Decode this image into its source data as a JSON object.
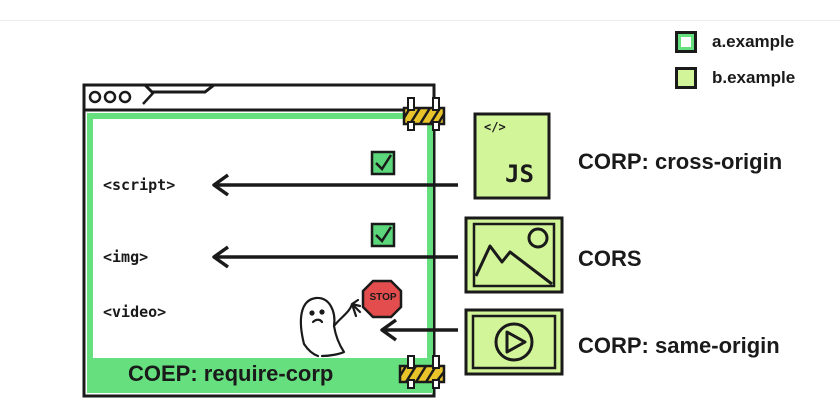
{
  "legend": [
    {
      "label": "a.example",
      "fill": "#ffffff",
      "border": "#4ade80"
    },
    {
      "label": "b.example",
      "fill": "#d3f59a"
    }
  ],
  "browser": {
    "controls_glyph": "ooo",
    "frame_color": "#66e07f",
    "coep_label": "COEP: require-corp",
    "stop_sign": "STOP"
  },
  "rows": [
    {
      "element": "<script>",
      "status": "allowed",
      "resource": "js-file",
      "resource_glyph": "</>",
      "resource_text": "JS",
      "policy": "CORP: cross-origin"
    },
    {
      "element": "<img>",
      "status": "allowed",
      "resource": "image",
      "policy": "CORS"
    },
    {
      "element": "<video>",
      "status": "blocked",
      "resource": "video",
      "policy": "CORP: same-origin"
    }
  ],
  "colors": {
    "a_origin_green": "#66e07f",
    "b_origin_green": "#d3f59a",
    "checkmark": "#5bd67a",
    "stop_red": "#e34d4d",
    "hazard_yellow": "#e8c32a"
  }
}
